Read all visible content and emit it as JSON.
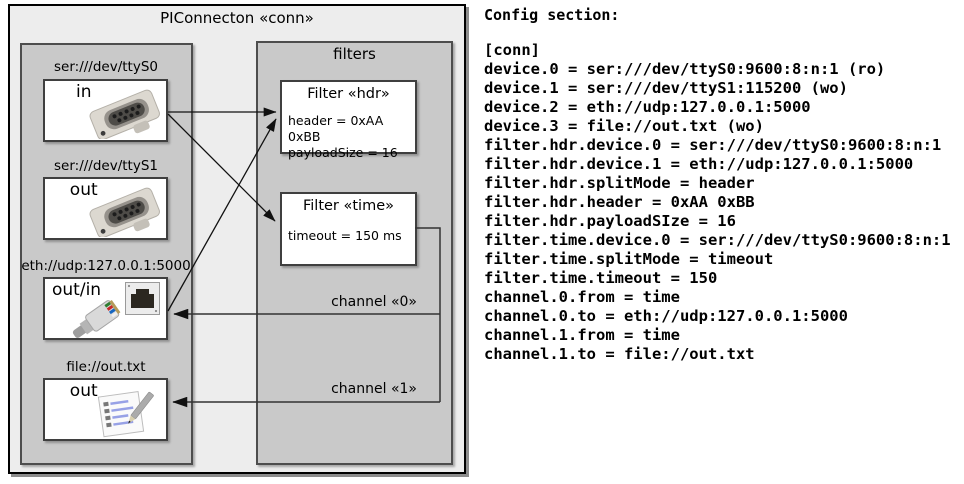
{
  "diagram": {
    "title": "PIConnecton «conn»",
    "devices": [
      {
        "uri": "ser:///dev/ttyS0",
        "label": "in",
        "icon": "serial-connector-icon"
      },
      {
        "uri": "ser:///dev/ttyS1",
        "label": "out",
        "icon": "serial-connector-icon"
      },
      {
        "uri": "eth://udp:127.0.0.1:5000",
        "label": "out/in",
        "icon": "ethernet-connector-icon"
      },
      {
        "uri": "file://out.txt",
        "label": "out",
        "icon": "notepad-icon"
      }
    ],
    "filters_panel": {
      "title": "filters",
      "filters": [
        {
          "title": "Filter «hdr»",
          "attributes": [
            "header = 0xAA 0xBB",
            "payloadSize = 16"
          ]
        },
        {
          "title": "Filter «time»",
          "attributes": [
            "timeout = 150 ms"
          ]
        }
      ]
    },
    "channels": [
      {
        "label": "channel «0»"
      },
      {
        "label": "channel «1»"
      }
    ]
  },
  "config": {
    "heading": "Config section:",
    "lines": [
      "[conn]",
      "device.0 = ser:///dev/ttyS0:9600:8:n:1 (ro)",
      "device.1 = ser:///dev/ttyS1:115200 (wo)",
      "device.2 = eth://udp:127.0.0.1:5000",
      "device.3 = file://out.txt (wo)",
      "filter.hdr.device.0 = ser:///dev/ttyS0:9600:8:n:1",
      "filter.hdr.device.1 = eth://udp:127.0.0.1:5000",
      "filter.hdr.splitMode = header",
      "filter.hdr.header = 0xAA 0xBB",
      "filter.hdr.payloadSIze = 16",
      "filter.time.device.0 = ser:///dev/ttyS0:9600:8:n:1",
      "filter.time.splitMode = timeout",
      "filter.time.timeout = 150",
      "channel.0.from = time",
      "channel.0.to = eth://udp:127.0.0.1:5000",
      "channel.1.from = time",
      "channel.1.to = file://out.txt"
    ]
  },
  "colors": {
    "outer_bg": "#ededed",
    "panel_bg": "#c9c9c9",
    "panel_border": "#4d4d4d",
    "box_bg": "#ffffff",
    "box_border": "#3f3f3f",
    "line_color": "#161616",
    "text_color": "#000000"
  }
}
